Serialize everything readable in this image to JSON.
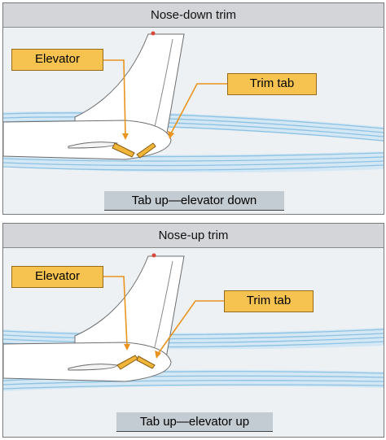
{
  "panels": [
    {
      "title": "Nose-down trim",
      "elevator_label": "Elevator",
      "trim_tab_label": "Trim tab",
      "caption": "Tab up—elevator down"
    },
    {
      "title": "Nose-up trim",
      "elevator_label": "Elevator",
      "trim_tab_label": "Trim tab",
      "caption": "Tab up—elevator up"
    }
  ],
  "colors": {
    "panel_bg": "#eef1f4",
    "header_bg": "#d3d5d8",
    "callout_fill": "#f6c250",
    "leader_line": "#e8941e",
    "airflow": "#8fc3e3",
    "fuselage": "#ffffff",
    "elevator_fill": "#f0b63a",
    "caption_bg": "#c4ccd3",
    "beacon": "#d9473a"
  }
}
